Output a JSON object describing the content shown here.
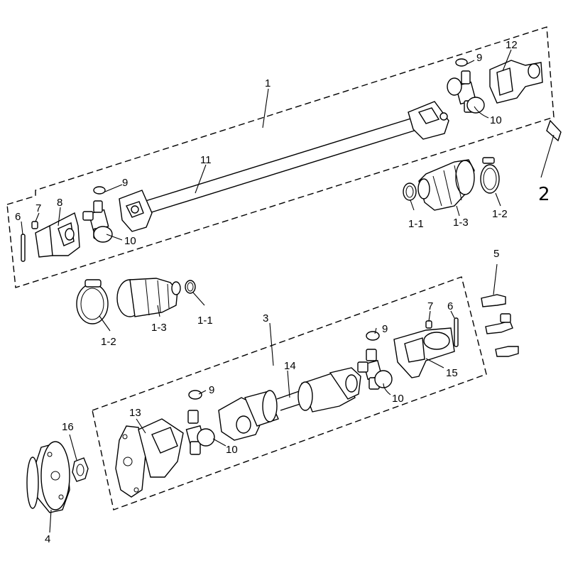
{
  "labels": {
    "l1": "1",
    "l2": "2",
    "l3": "3",
    "l4": "4",
    "l5": "5",
    "l6_top": "6",
    "l6_bottom": "6",
    "l7_top": "7",
    "l7_bottom": "7",
    "l8": "8",
    "l9_top_right": "9",
    "l9_top_left": "9",
    "l9_bottom_right": "9",
    "l9_bottom_left": "9",
    "l10_top_right": "10",
    "l10_top_left": "10",
    "l10_bottom_right": "10",
    "l10_bottom_left": "10",
    "l11": "11",
    "l12": "12",
    "l13": "13",
    "l14": "14",
    "l15": "15",
    "l16": "16",
    "l1_1_top": "1-1",
    "l1_3_top": "1-3",
    "l1_2_top": "1-2",
    "l1_2_bottom": "1-2",
    "l1_3_bottom": "1-3",
    "l1_1_bottom": "1-1"
  }
}
